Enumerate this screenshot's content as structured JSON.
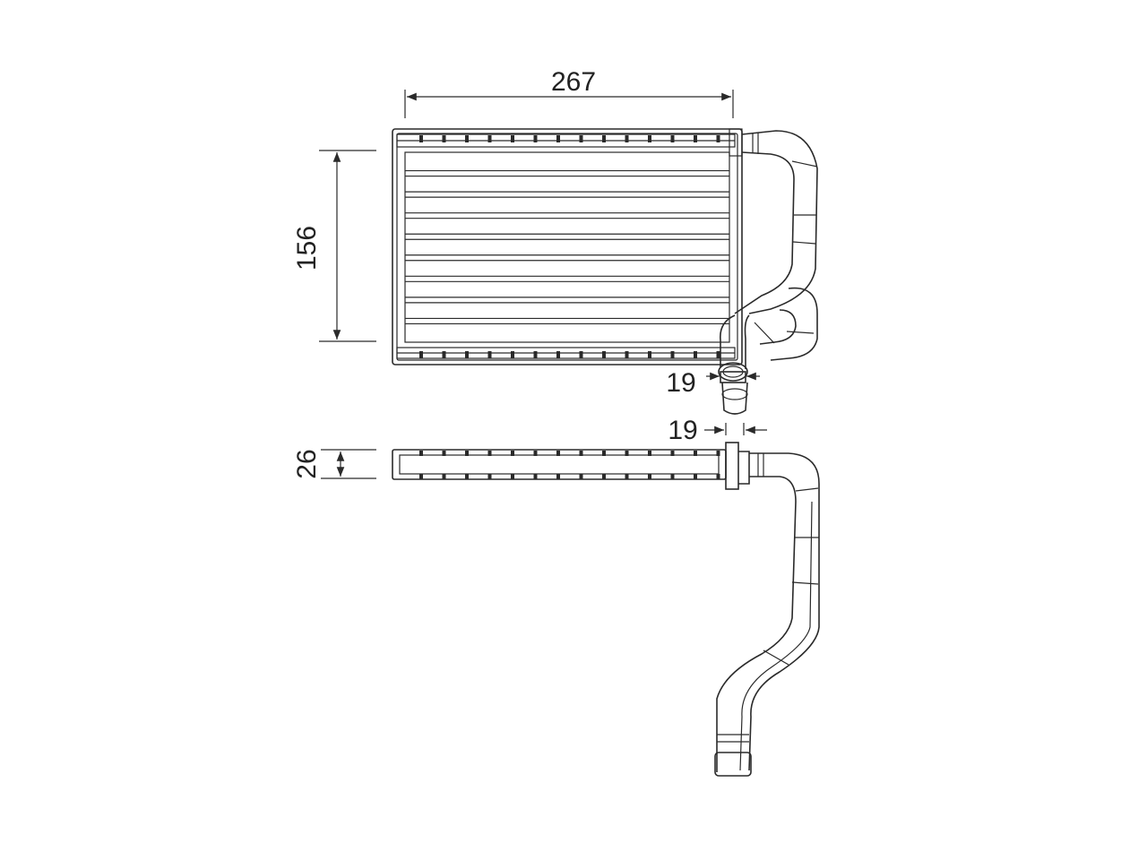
{
  "dimensions": {
    "width": "267",
    "height": "156",
    "inlet_outlet_front": "19",
    "inlet_outlet_side": "19",
    "thickness": "26"
  },
  "colors": {
    "line": "#2a2a2a",
    "background": "#ffffff"
  }
}
